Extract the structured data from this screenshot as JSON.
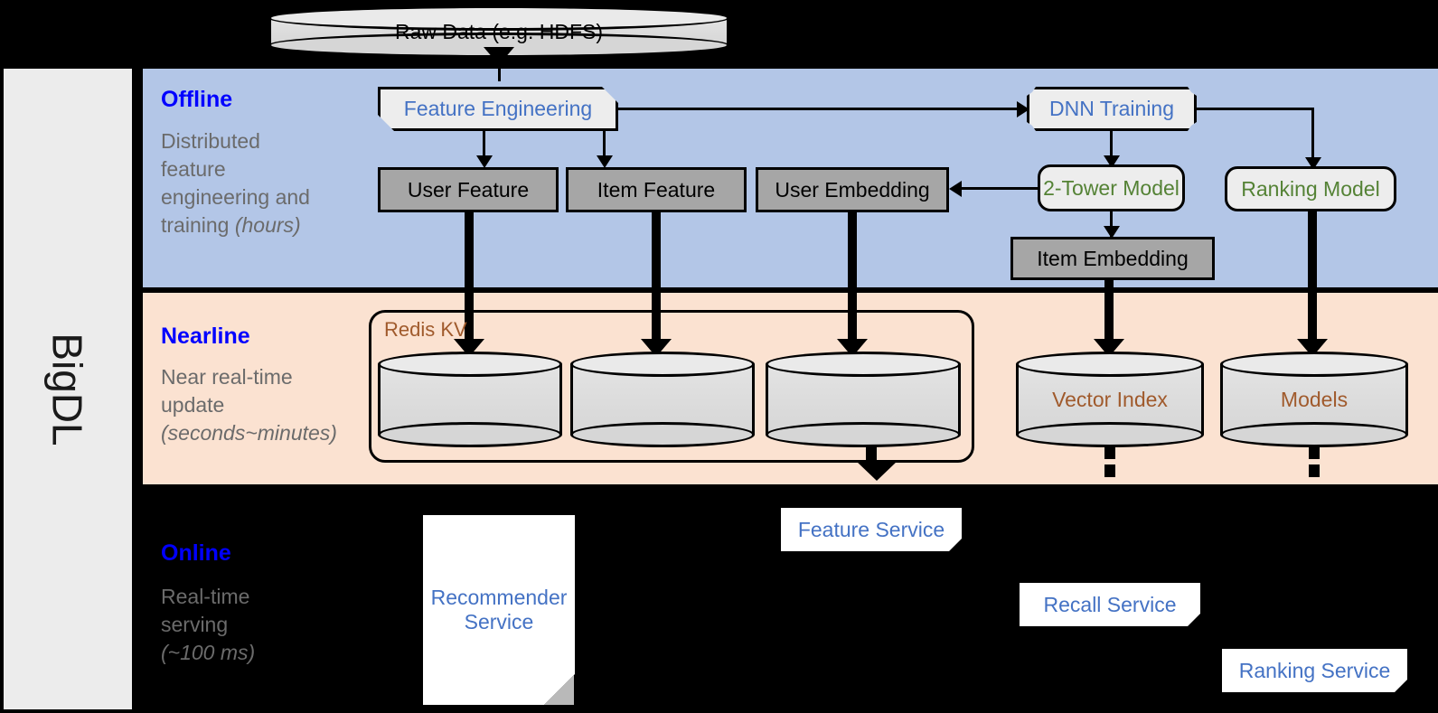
{
  "platform": {
    "name": "BigDL"
  },
  "top_source": {
    "label": "Raw Data (e.g. HDFS)"
  },
  "bands": [
    {
      "id": "offline",
      "title": "Offline",
      "description_line1": "Distributed",
      "description_line2": "feature",
      "description_line3": "engineering and",
      "description_line4": "training ",
      "description_emphasis": "(hours)",
      "bg_color": "#b3c6e7"
    },
    {
      "id": "nearline",
      "title": "Nearline",
      "description_line1": "Near real-time",
      "description_line2": "update",
      "description_emphasis": "(seconds~minutes)",
      "bg_color": "#fbe2d1"
    },
    {
      "id": "online",
      "title": "Online",
      "description_line1": "Real-time",
      "description_line2": "serving",
      "description_emphasis": "(~100 ms)",
      "bg_color": "#000000"
    }
  ],
  "offline_nodes": {
    "feature_engineering": "Feature Engineering",
    "dnn_training": "DNN Training",
    "user_feature": "User Feature",
    "item_feature": "Item Feature",
    "user_embedding": "User Embedding",
    "two_tower_model": "2-Tower Model",
    "ranking_model": "Ranking Model",
    "item_embedding": "Item Embedding"
  },
  "nearline_nodes": {
    "redis_group_label": "Redis KV",
    "store_user_feature": "",
    "store_item_feature": "",
    "store_user_embedding": "",
    "vector_index": "Vector Index",
    "models": "Models"
  },
  "online_nodes": {
    "recommender_service": "Recommender Service",
    "recommender_service_line1": "Recommender",
    "recommender_service_line2": "Service",
    "feature_service": "Feature Service",
    "recall_service": "Recall Service",
    "ranking_service": "Ranking Service"
  },
  "colors": {
    "band_title": "#0000ff",
    "band_desc": "#6b6b6b",
    "offline_bg": "#b3c6e7",
    "nearline_bg": "#fbe2d1",
    "online_bg": "#000000",
    "gray_node": "#a6a6a6",
    "proc_node": "#ededed",
    "blue_text": "#4472c4",
    "green_text": "#548235",
    "brown_text": "#a05a2c",
    "sidebar_bg": "#ececec",
    "service_bg": "#ffffff"
  }
}
